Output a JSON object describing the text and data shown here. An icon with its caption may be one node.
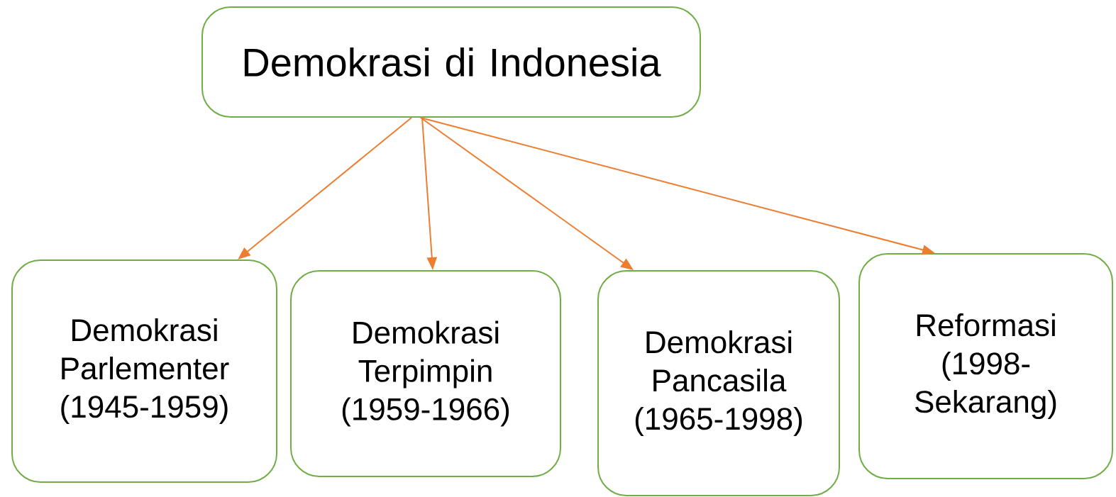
{
  "diagram": {
    "nodes": [
      {
        "text": [
          "Demokrasi di Indonesia"
        ]
      },
      {
        "text": [
          "Demokrasi Parlementer (1945-1959)"
        ]
      },
      {
        "text": [
          "Demokrasi Terpimpin (1959-1966)"
        ]
      },
      {
        "text": [
          "Demokrasi Pancasila (1965-1998)"
        ]
      },
      {
        "text": [
          "Reformasi (1998- Sekarang)"
        ]
      }
    ],
    "edges": [
      {
        "from": 0,
        "to": 1,
        "arrow": "to"
      },
      {
        "from": 0,
        "to": 2,
        "arrow": "to"
      },
      {
        "from": 0,
        "to": 3,
        "arrow": "to"
      },
      {
        "from": 0,
        "to": 4,
        "arrow": "to"
      }
    ]
  }
}
